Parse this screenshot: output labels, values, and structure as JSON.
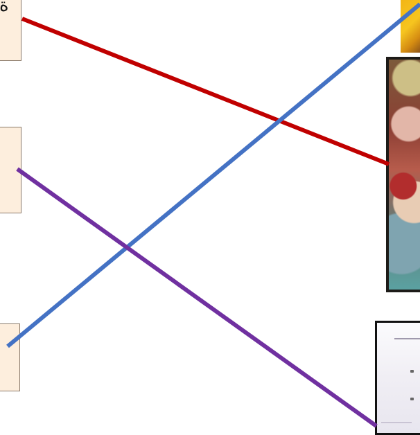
{
  "boxes": [
    {
      "text": "ة"
    },
    {
      "text": ""
    },
    {
      "text": ""
    }
  ],
  "pictures": [
    {
      "icon": "yellow-artwork-thumbnail"
    },
    {
      "icon": "painted-figure-thumbnail"
    },
    {
      "icon": "document-thumbnail"
    }
  ],
  "connections": [
    {
      "name": "red-connector",
      "color": "#c00000"
    },
    {
      "name": "blue-connector",
      "color": "#4472c4"
    },
    {
      "name": "purple-connector",
      "color": "#7030a0"
    }
  ]
}
